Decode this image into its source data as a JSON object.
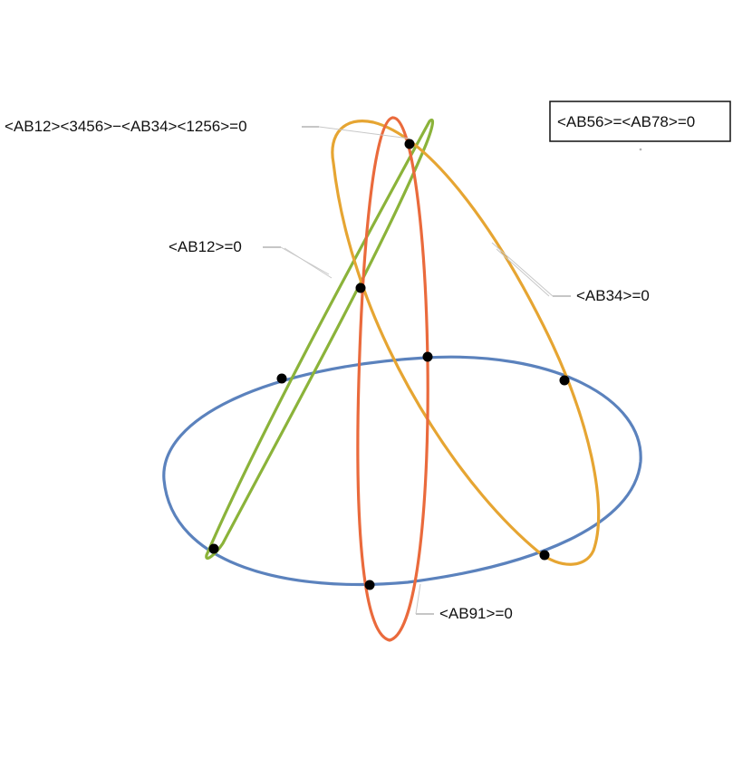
{
  "labels": {
    "big_bracket": "<AB12><3456>−<AB34><1256>=0",
    "ab12": "<AB12>=0",
    "ab34": "<AB34>=0",
    "ab91": "<AB91>=0",
    "ab56_ab78": "<AB56>=<AB78>=0"
  },
  "colors": {
    "blue_curve": "#5b82bd",
    "green_curve": "#8bb33a",
    "orange_curve": "#ea6a3c",
    "gold_curve": "#e6a532",
    "points": "#000000",
    "leaders": "#b3b3b3"
  },
  "icons": {
    "intersection_point": "filled-black-circle"
  }
}
